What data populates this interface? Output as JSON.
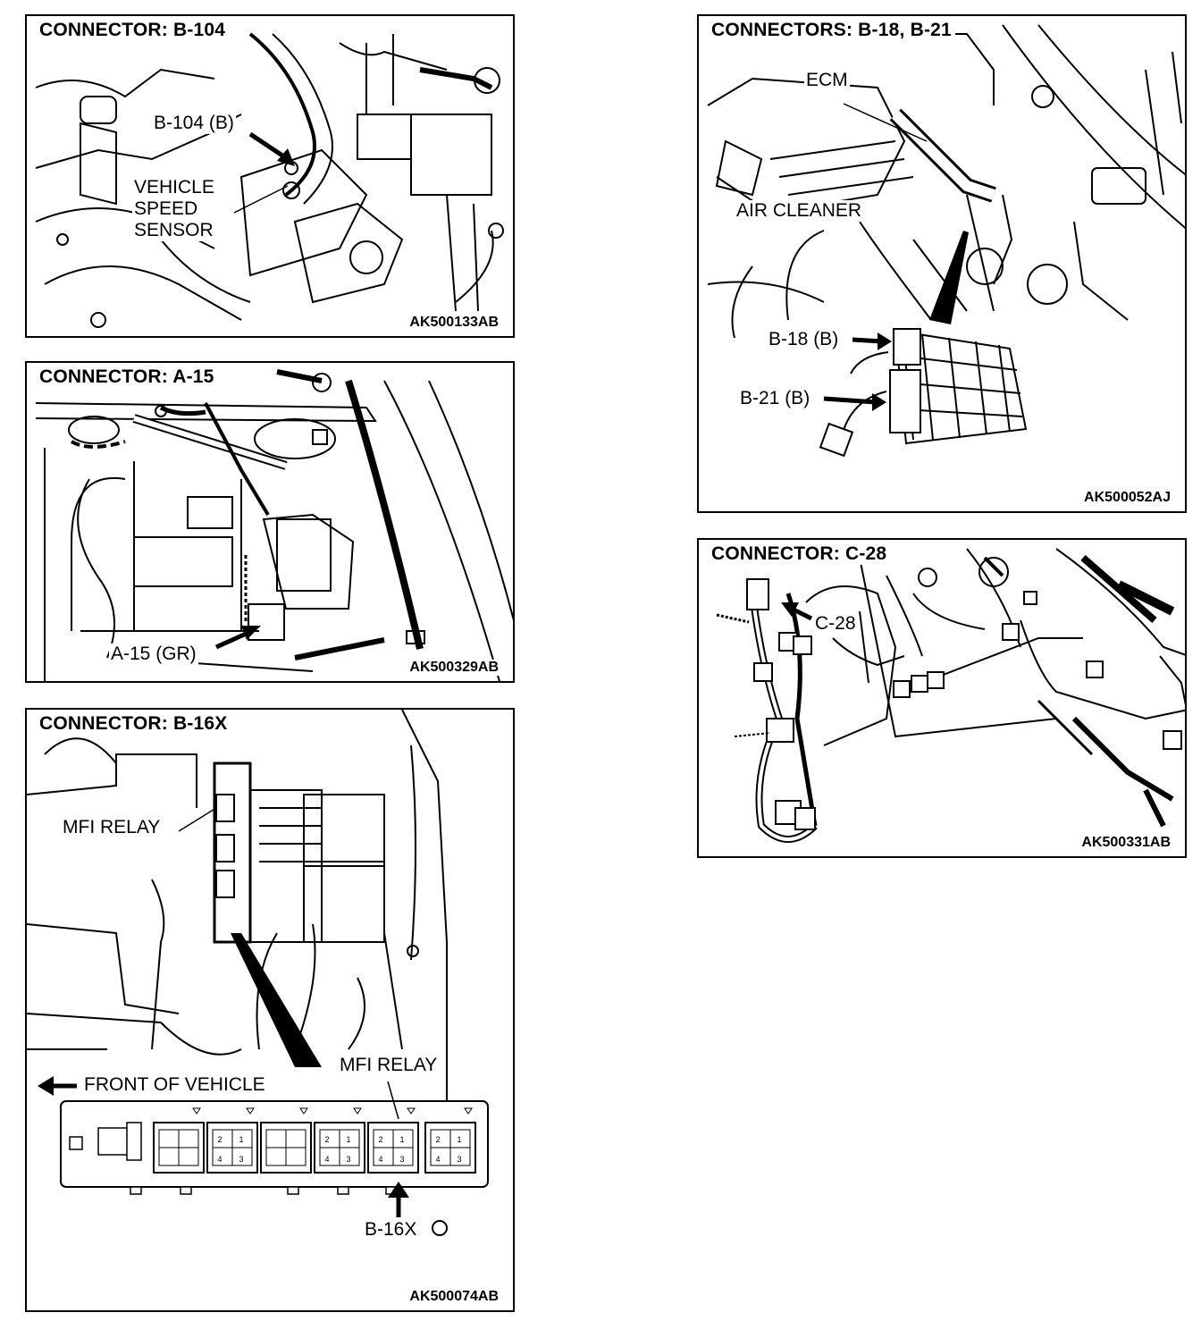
{
  "panels": {
    "b104": {
      "title": "CONNECTOR: B-104",
      "code": "AK500133AB",
      "labels": {
        "connector": "B-104 (B)",
        "sensor": "VEHICLE SPEED SENSOR"
      }
    },
    "a15": {
      "title": "CONNECTOR: A-15",
      "code": "AK500329AB",
      "labels": {
        "connector": "A-15 (GR)"
      }
    },
    "b16x": {
      "title": "CONNECTOR: B-16X",
      "code": "AK500074AB",
      "labels": {
        "relay_top": "MFI RELAY",
        "front": "FRONT OF VEHICLE",
        "relay_detail": "MFI RELAY",
        "connector": "B-16X"
      },
      "pins": [
        "2",
        "1",
        "4",
        "3"
      ]
    },
    "b18b21": {
      "title": "CONNECTORS: B-18, B-21",
      "code": "AK500052AJ",
      "labels": {
        "ecm": "ECM",
        "air_cleaner": "AIR CLEANER",
        "b18": "B-18 (B)",
        "b21": "B-21 (B)"
      }
    },
    "c28": {
      "title": "CONNECTOR: C-28",
      "code": "AK500331AB",
      "labels": {
        "connector": "C-28"
      }
    }
  }
}
